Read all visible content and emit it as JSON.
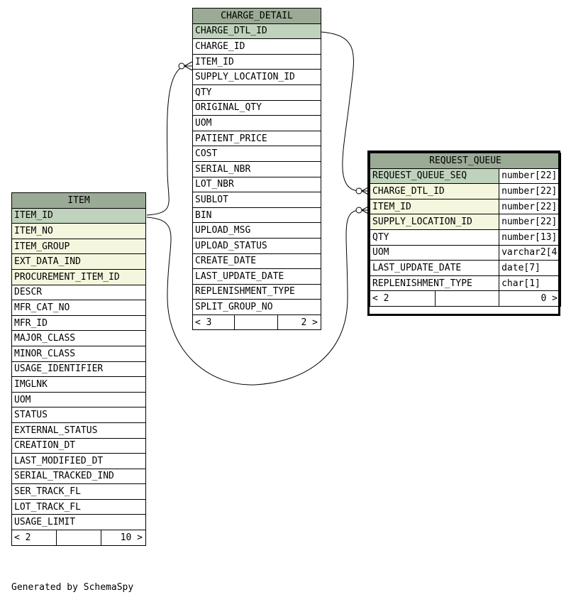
{
  "diagram": {
    "footer": "Generated by SchemaSpy",
    "tables": {
      "charge_detail": {
        "name": "CHARGE_DETAIL",
        "columns": [
          {
            "name": "CHARGE_DTL_ID",
            "kind": "pk"
          },
          {
            "name": "CHARGE_ID",
            "kind": "plain"
          },
          {
            "name": "ITEM_ID",
            "kind": "plain"
          },
          {
            "name": "SUPPLY_LOCATION_ID",
            "kind": "plain"
          },
          {
            "name": "QTY",
            "kind": "plain"
          },
          {
            "name": "ORIGINAL_QTY",
            "kind": "plain"
          },
          {
            "name": "UOM",
            "kind": "plain"
          },
          {
            "name": "PATIENT_PRICE",
            "kind": "plain"
          },
          {
            "name": "COST",
            "kind": "plain"
          },
          {
            "name": "SERIAL_NBR",
            "kind": "plain"
          },
          {
            "name": "LOT_NBR",
            "kind": "plain"
          },
          {
            "name": "SUBLOT",
            "kind": "plain"
          },
          {
            "name": "BIN",
            "kind": "plain"
          },
          {
            "name": "UPLOAD_MSG",
            "kind": "plain"
          },
          {
            "name": "UPLOAD_STATUS",
            "kind": "plain"
          },
          {
            "name": "CREATE_DATE",
            "kind": "plain"
          },
          {
            "name": "LAST_UPDATE_DATE",
            "kind": "plain"
          },
          {
            "name": "REPLENISHMENT_TYPE",
            "kind": "plain"
          },
          {
            "name": "SPLIT_GROUP_NO",
            "kind": "plain"
          }
        ],
        "footer_left": "< 3",
        "footer_right": "2 >"
      },
      "item": {
        "name": "ITEM",
        "columns": [
          {
            "name": "ITEM_ID",
            "kind": "pk"
          },
          {
            "name": "ITEM_NO",
            "kind": "fk"
          },
          {
            "name": "ITEM_GROUP",
            "kind": "fk"
          },
          {
            "name": "EXT_DATA_IND",
            "kind": "fk"
          },
          {
            "name": "PROCUREMENT_ITEM_ID",
            "kind": "fk"
          },
          {
            "name": "DESCR",
            "kind": "plain"
          },
          {
            "name": "MFR_CAT_NO",
            "kind": "plain"
          },
          {
            "name": "MFR_ID",
            "kind": "plain"
          },
          {
            "name": "MAJOR_CLASS",
            "kind": "plain"
          },
          {
            "name": "MINOR_CLASS",
            "kind": "plain"
          },
          {
            "name": "USAGE_IDENTIFIER",
            "kind": "plain"
          },
          {
            "name": "IMGLNK",
            "kind": "plain"
          },
          {
            "name": "UOM",
            "kind": "plain"
          },
          {
            "name": "STATUS",
            "kind": "plain"
          },
          {
            "name": "EXTERNAL_STATUS",
            "kind": "plain"
          },
          {
            "name": "CREATION_DT",
            "kind": "plain"
          },
          {
            "name": "LAST_MODIFIED_DT",
            "kind": "plain"
          },
          {
            "name": "SERIAL_TRACKED_IND",
            "kind": "plain"
          },
          {
            "name": "SER_TRACK_FL",
            "kind": "plain"
          },
          {
            "name": "LOT_TRACK_FL",
            "kind": "plain"
          },
          {
            "name": "USAGE_LIMIT",
            "kind": "plain"
          }
        ],
        "footer_left": "< 2",
        "footer_right": "10 >"
      },
      "request_queue": {
        "name": "REQUEST_QUEUE",
        "columns": [
          {
            "name": "REQUEST_QUEUE_SEQ",
            "kind": "pk",
            "type": "number[22]"
          },
          {
            "name": "CHARGE_DTL_ID",
            "kind": "fk",
            "type": "number[22]"
          },
          {
            "name": "ITEM_ID",
            "kind": "fk",
            "type": "number[22]"
          },
          {
            "name": "SUPPLY_LOCATION_ID",
            "kind": "fk",
            "type": "number[22]"
          },
          {
            "name": "QTY",
            "kind": "plain",
            "type": "number[13]"
          },
          {
            "name": "UOM",
            "kind": "plain",
            "type": "varchar2[4"
          },
          {
            "name": "LAST_UPDATE_DATE",
            "kind": "plain",
            "type": "date[7]"
          },
          {
            "name": "REPLENISHMENT_TYPE",
            "kind": "plain",
            "type": "char[1]"
          }
        ],
        "footer_left": "< 2",
        "footer_right": "0 >"
      }
    },
    "colors": {
      "header": "#9baa95",
      "primary_key": "#bfd2bb",
      "foreign_key": "#f4f6de",
      "plain": "#ffffff"
    }
  }
}
